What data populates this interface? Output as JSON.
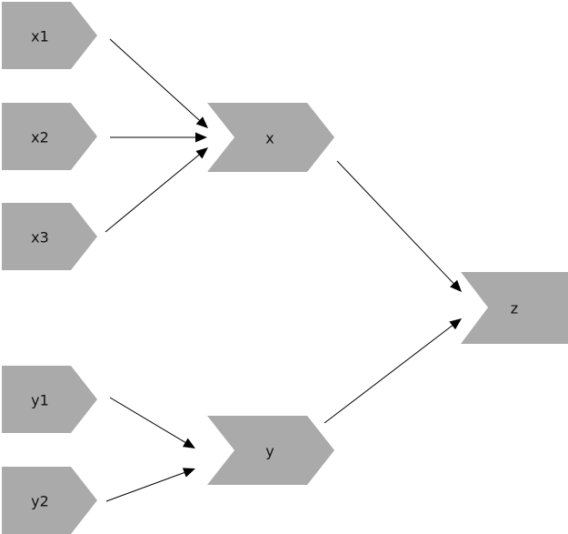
{
  "nodes": [
    {
      "id": "x1",
      "label": "x1"
    },
    {
      "id": "x2",
      "label": "x2"
    },
    {
      "id": "x3",
      "label": "x3"
    },
    {
      "id": "x",
      "label": "x"
    },
    {
      "id": "y1",
      "label": "y1"
    },
    {
      "id": "y2",
      "label": "y2"
    },
    {
      "id": "y",
      "label": "y"
    },
    {
      "id": "z",
      "label": "z"
    }
  ],
  "edges": [
    {
      "from": "x1",
      "to": "x"
    },
    {
      "from": "x2",
      "to": "x"
    },
    {
      "from": "x3",
      "to": "x"
    },
    {
      "from": "y1",
      "to": "y"
    },
    {
      "from": "y2",
      "to": "y"
    },
    {
      "from": "x",
      "to": "z"
    },
    {
      "from": "y",
      "to": "z"
    }
  ],
  "colors": {
    "node_fill": "#aaaaaa",
    "edge": "#000000",
    "text": "#111111"
  }
}
